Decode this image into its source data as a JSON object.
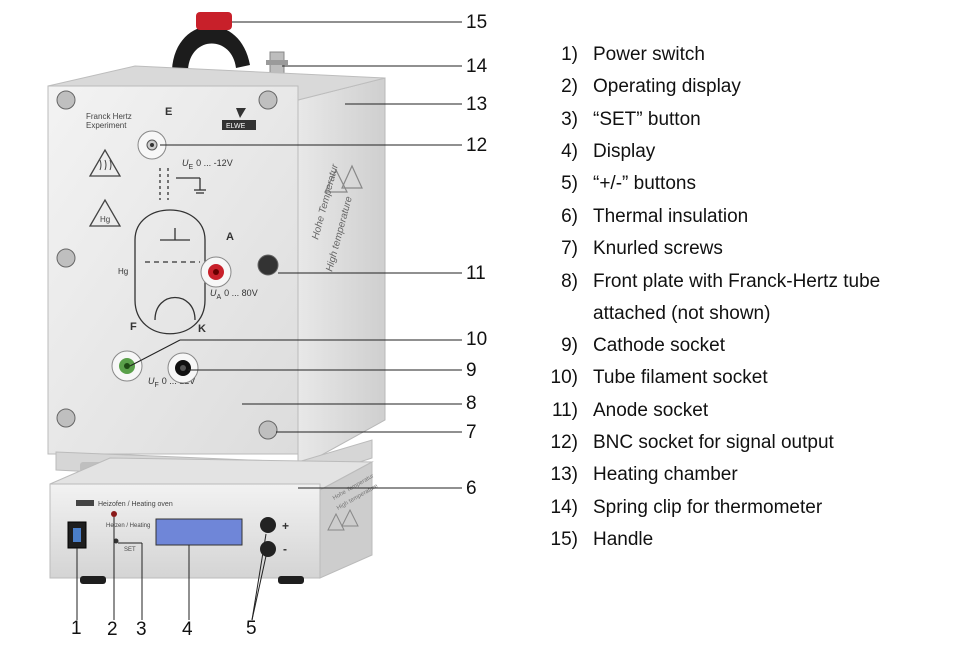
{
  "device": {
    "front_title": "Franck Hertz\nExperiment",
    "logo_text": "ELWE",
    "socket_e": "E",
    "socket_a": "A",
    "socket_f": "F",
    "socket_k": "K",
    "hg_label": "Hg",
    "hg_tube_label": "Hg",
    "ue_label": "U",
    "ue_sub": "E",
    "ue_range": "0 ... -12V",
    "ua_label": "U",
    "ua_sub": "A",
    "ua_range": "0 ... 80V",
    "uf_label": "U",
    "uf_sub": "F",
    "uf_range": "0 ... 12V",
    "side_text_1": "Hohe Temperatur",
    "side_text_2": "High temperature",
    "base_title": "Heizofen / Heating oven",
    "base_heat_label": "Heizen / Heating",
    "base_set_label": "SET",
    "plus": "+",
    "minus": "-",
    "base_side_text_1": "Hohe Temperatur",
    "base_side_text_2": "High temperature"
  },
  "callouts": [
    "1",
    "2",
    "3",
    "4",
    "5",
    "6",
    "7",
    "8",
    "9",
    "10",
    "11",
    "12",
    "13",
    "14",
    "15"
  ],
  "legend": [
    {
      "num": "1)",
      "label": "Power switch"
    },
    {
      "num": "2)",
      "label": "Operating display"
    },
    {
      "num": "3)",
      "label": "“SET” button"
    },
    {
      "num": "4)",
      "label": "Display"
    },
    {
      "num": "5)",
      "label": "“+/-” buttons"
    },
    {
      "num": "6)",
      "label": "Thermal insulation"
    },
    {
      "num": "7)",
      "label": "Knurled screws"
    },
    {
      "num": "8)",
      "label": "Front plate with Franck-Hertz tube"
    },
    {
      "num": "",
      "label": "attached (not shown)"
    },
    {
      "num": "9)",
      "label": "Cathode socket"
    },
    {
      "num": "10)",
      "label": "Tube filament socket"
    },
    {
      "num": "11)",
      "label": "Anode socket"
    },
    {
      "num": "12)",
      "label": "BNC socket for signal output"
    },
    {
      "num": "13)",
      "label": "Heating chamber"
    },
    {
      "num": "14)",
      "label": "Spring clip for thermometer"
    },
    {
      "num": "15)",
      "label": "Handle"
    }
  ]
}
